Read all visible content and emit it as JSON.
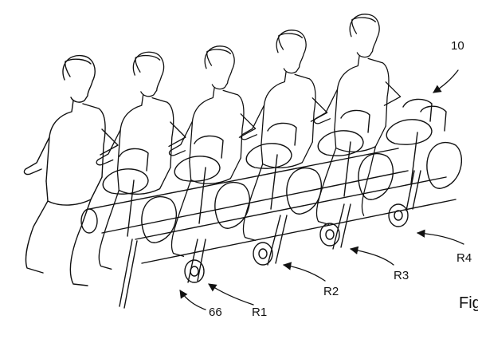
{
  "figure": {
    "ref_10": "10",
    "ref_66": "66",
    "ref_r1": "R1",
    "ref_r2": "R2",
    "ref_r3": "R3",
    "ref_r4": "R4",
    "caption_partial": "Fig",
    "passenger_count": 5,
    "seat_rows": [
      "R1",
      "R2",
      "R3",
      "R4"
    ],
    "line_color": "#111111",
    "background_color": "#ffffff"
  }
}
